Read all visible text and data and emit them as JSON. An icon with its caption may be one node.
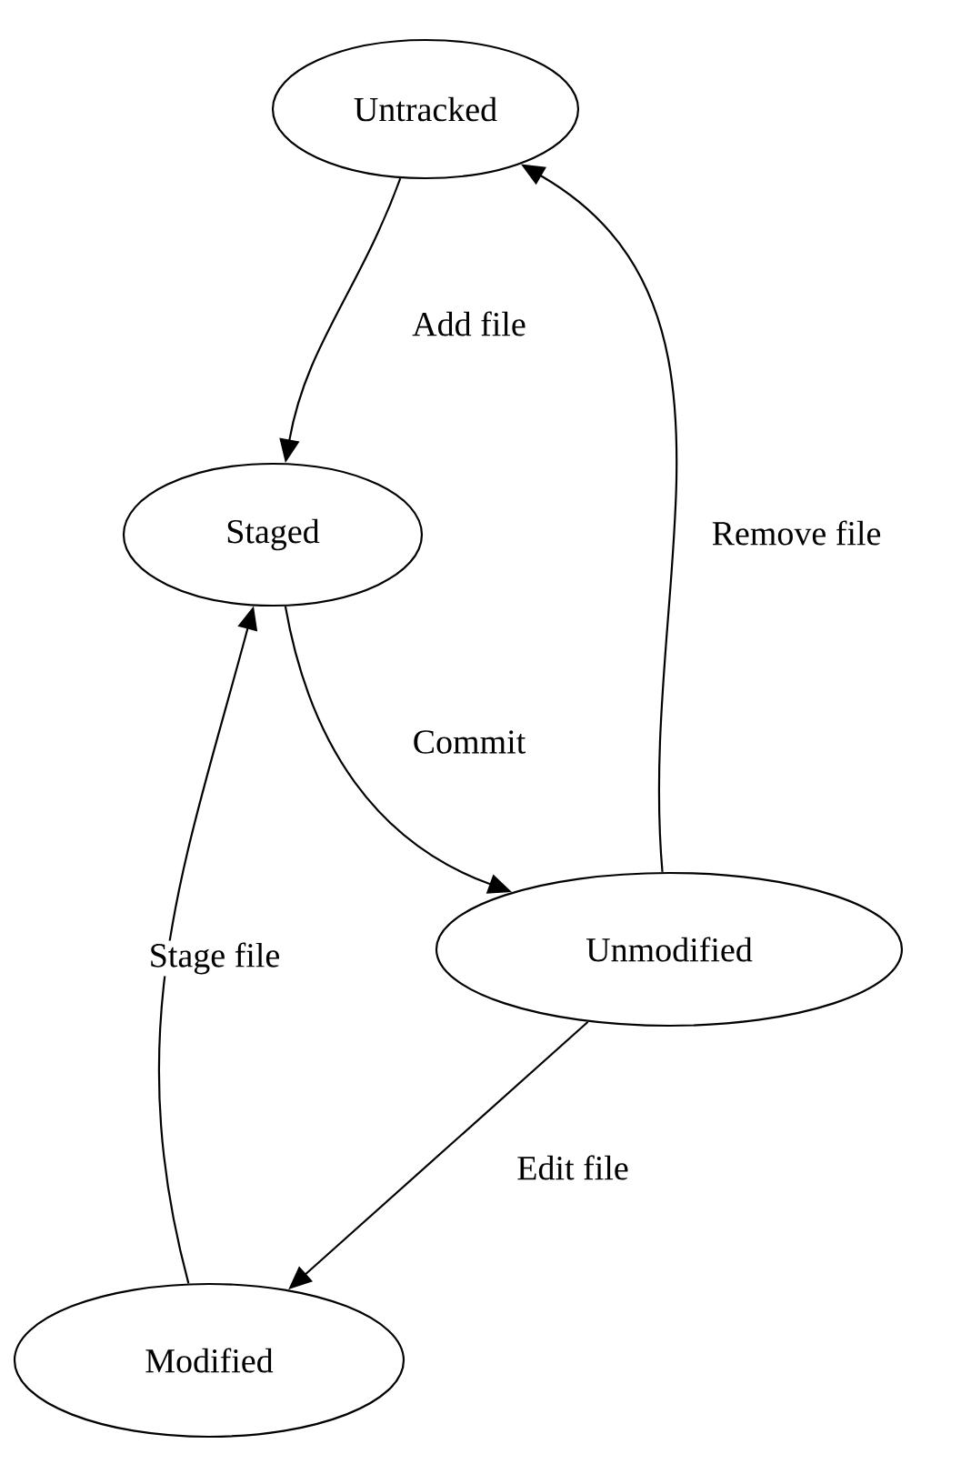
{
  "diagram": {
    "nodes": [
      {
        "text": [
          "Untracked"
        ]
      },
      {
        "text": [
          "Staged"
        ]
      },
      {
        "text": [
          "Unmodified"
        ]
      },
      {
        "text": [
          "Modified"
        ]
      }
    ],
    "edges": [
      {
        "from": 0,
        "to": 1,
        "arrow": "to",
        "label": "Add file"
      },
      {
        "from": 1,
        "to": 2,
        "arrow": "to",
        "label": "Commit"
      },
      {
        "from": 2,
        "to": 0,
        "arrow": "to",
        "label": "Remove file"
      },
      {
        "from": 2,
        "to": 3,
        "arrow": "to",
        "label": "Edit file"
      },
      {
        "from": 3,
        "to": 1,
        "arrow": "to",
        "label": "Stage file"
      }
    ]
  }
}
